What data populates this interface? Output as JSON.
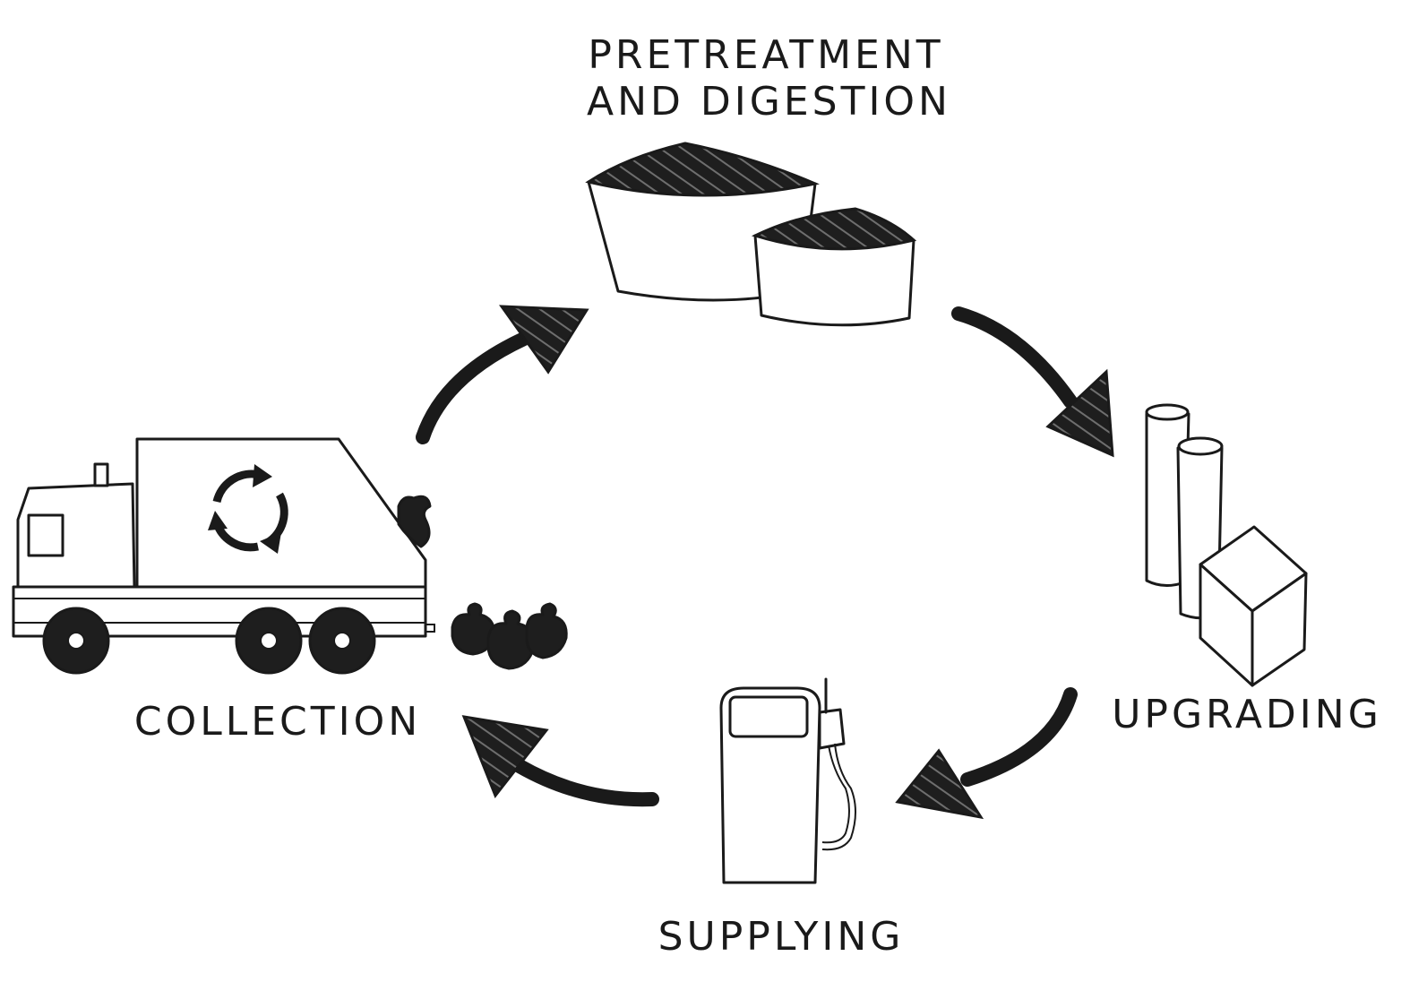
{
  "stages": {
    "pretreatment": {
      "line1": "PRETREATMENT",
      "line2": "AND DIGESTION"
    },
    "upgrading": {
      "label": "UPGRADING"
    },
    "supplying": {
      "label": "SUPPLYING"
    },
    "collection": {
      "label": "COLLECTION"
    }
  },
  "icons": {
    "truck": "garbage-truck-icon",
    "recycle": "recycle-icon",
    "bags": "garbage-bags-icon",
    "digesters": "digester-tanks-icon",
    "upgrading": "upgrading-columns-icon",
    "pump": "fuel-pump-icon"
  },
  "colors": {
    "ink": "#1a1a1a",
    "background": "#ffffff"
  }
}
